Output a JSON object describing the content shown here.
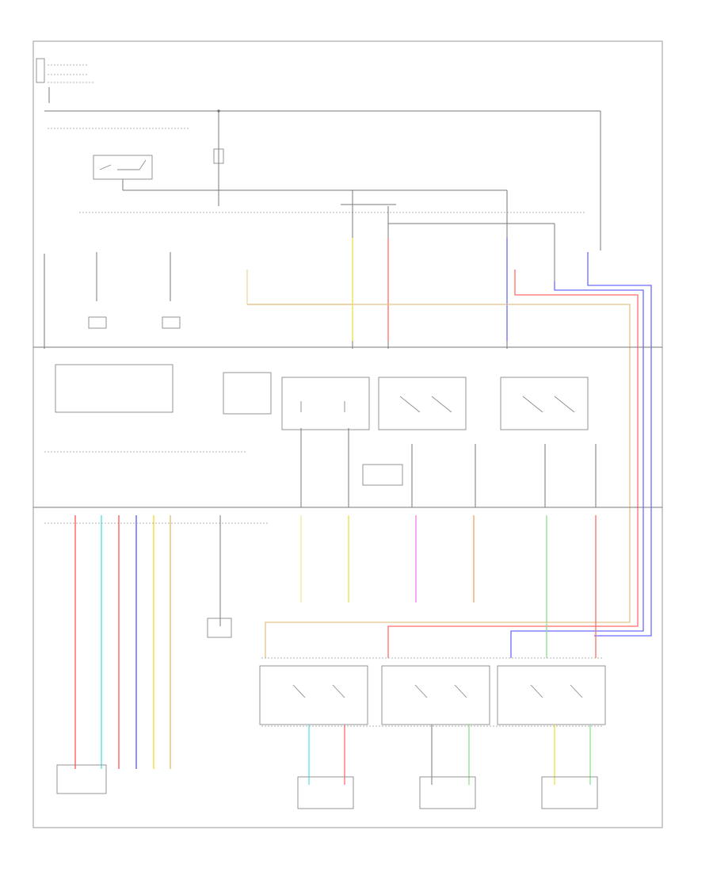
{
  "diagram": {
    "footer_code": "",
    "colors": {
      "red": "#ff6b6b",
      "cyan": "#5ee6e6",
      "blue": "#6b6bff",
      "yellow": "#f0e040",
      "tan": "#e3c488",
      "pale_yellow": "#f2ec9a",
      "magenta": "#f07cf0",
      "orange": "#f5a060",
      "green": "#8de08d",
      "line": "#7a7a7a"
    },
    "bundles": {
      "main_switch": [
        "red",
        "cyan",
        "red",
        "blue",
        "yellow",
        "tan"
      ],
      "right_side": [
        "tan",
        "pale_yellow",
        "red",
        "blue"
      ]
    }
  }
}
